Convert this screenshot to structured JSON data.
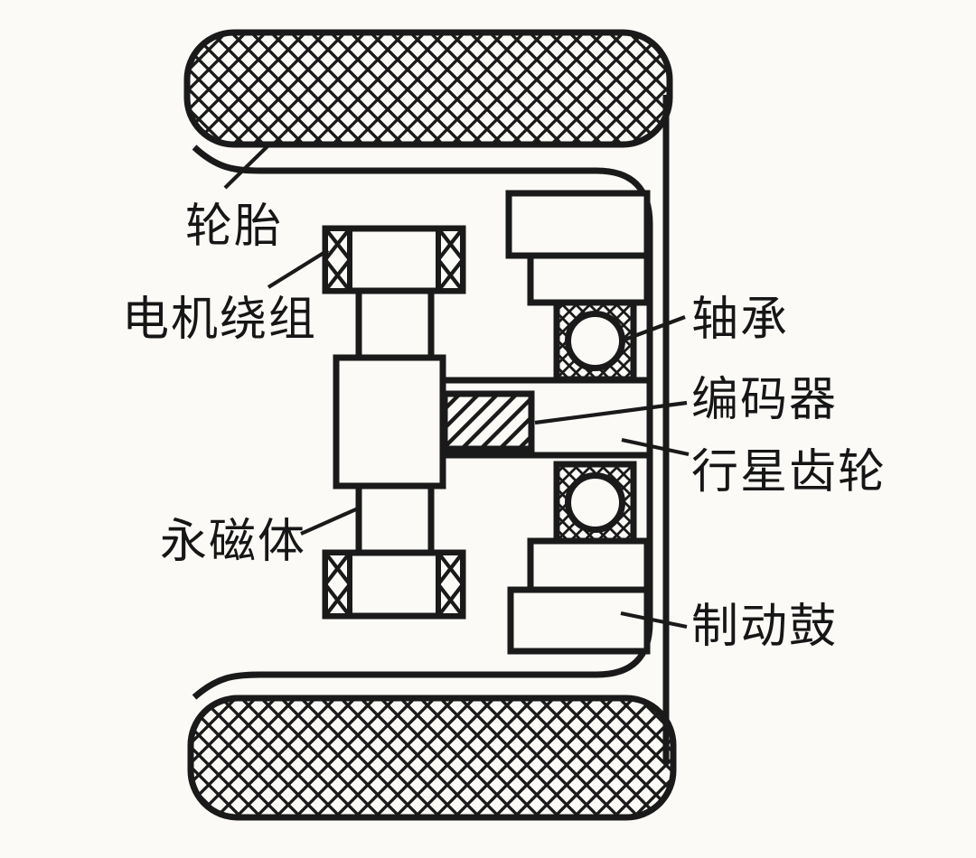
{
  "diagram": {
    "kind": "hub-motor-cross-section",
    "background_color": "#fbfaf7",
    "line_color": "#1a1a1a",
    "labels": {
      "tire": "轮胎",
      "motor_winding": "电机绕组",
      "permanent_magnet": "永磁体",
      "bearing": "轴承",
      "encoder": "编码器",
      "planetary_gear": "行星齿轮",
      "brake_drum": "制动鼓"
    }
  }
}
